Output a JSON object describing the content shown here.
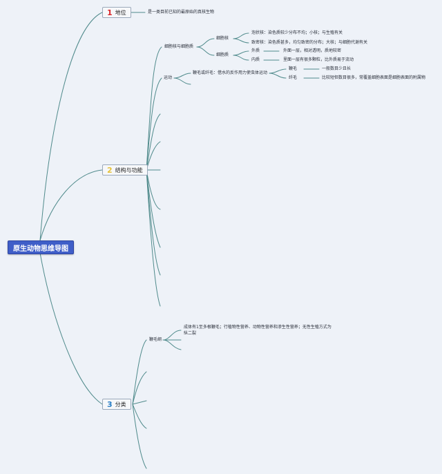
{
  "root": {
    "title": "原生动物思维导图"
  },
  "topics": {
    "position": {
      "number": "1",
      "label": "地位",
      "color": "#d8262a"
    },
    "structure": {
      "number": "2",
      "label": "结构与功能",
      "color": "#e6c23a"
    },
    "classification": {
      "number": "3",
      "label": "分类",
      "color": "#2b7fc6"
    }
  },
  "texts": {
    "position_desc": "是一类目前已知的最原始的真核生物",
    "cell_nucleus_cytoplasm": "细胞核与细胞质",
    "nucleus": "细胞核",
    "vesicular_nucleus": "泡状核：染色质较少分布不均；小核；与生殖有关",
    "compact_nucleus": "致密核：染色质甚多，均匀致密的分布；大核；与细胞代谢有关",
    "cytoplasm": "细胞质",
    "ectoplasm": "外质",
    "ectoplasm_desc": "外面一层，相对透明，质地较密",
    "endoplasm": "内质",
    "endoplasm_desc": "里面一层有很多颗粒，比外质易于流动",
    "locomotion": "运动",
    "flagella_cilia": "鞭毛或纤毛：借水的反作用力使虫体运动",
    "flagellum": "鞭毛",
    "flagellum_desc": "一般数目少且长",
    "cilium": "纤毛",
    "cilium_desc": "比较短但数目很多，常覆盖细胞表面是细胞表面的附属物",
    "mastigophora": "鞭毛纲",
    "mastigophora_desc_1": "成体有1至多根鞭毛；行植物性营养、动物性营养和渗生性营养；无性生殖方式为",
    "mastigophora_desc_2": "纵二裂"
  },
  "colors": {
    "line": "#4f8a8b",
    "root_bg": "#3f5ec8"
  }
}
